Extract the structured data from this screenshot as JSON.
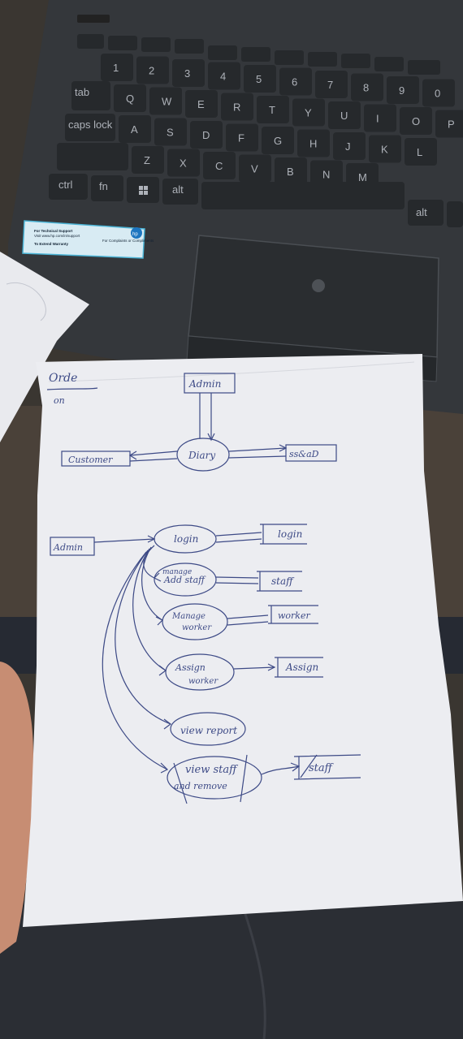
{
  "keyboard": {
    "row_numbers": [
      "1",
      "2",
      "3",
      "4",
      "5",
      "6",
      "7",
      "8",
      "9",
      "0"
    ],
    "row_top": [
      "Q",
      "W",
      "E",
      "R",
      "T",
      "Y",
      "U",
      "I",
      "O",
      "P"
    ],
    "row_home": [
      "A",
      "S",
      "D",
      "F",
      "G",
      "H",
      "J",
      "K",
      "L"
    ],
    "row_bottom": [
      "Z",
      "X",
      "C",
      "V",
      "B",
      "N",
      "M"
    ],
    "key_tab": "tab",
    "key_caps": "caps lock",
    "key_ctrl": "ctrl",
    "key_fn": "fn",
    "key_alt": "alt",
    "key_alt_gr": "alt"
  },
  "sticker": {
    "brand": "hp",
    "line1": "For Technical Support",
    "line2": "Visit www.hp.com/in/support",
    "line3": "To Extend Warranty",
    "line4": "For Complaints or Compliments"
  },
  "diagram_top": {
    "corner_note_1": "Orde",
    "corner_note_2": "on",
    "admin": "Admin",
    "center": "Diary",
    "customer": "Customer",
    "right": "ss&aD"
  },
  "diagram_main": {
    "admin": "Admin",
    "login": "login",
    "login_store": "login",
    "add_staff_top": "manage",
    "add_staff": "Add staff",
    "staff_store": "staff",
    "manage_worker_1": "Manage",
    "manage_worker_2": "worker",
    "worker_store": "worker",
    "assign_1": "Assign",
    "assign_2": "worker",
    "assign_store": "Assign",
    "view_report": "view report",
    "view_staff_1": "view staff",
    "view_staff_2": "and remove",
    "staff_store_2": "staff"
  },
  "colors": {
    "ink": "#3d4a86",
    "paper": "#ecedf1",
    "laptop": "#2f3236",
    "desk": "#3f3b35"
  }
}
